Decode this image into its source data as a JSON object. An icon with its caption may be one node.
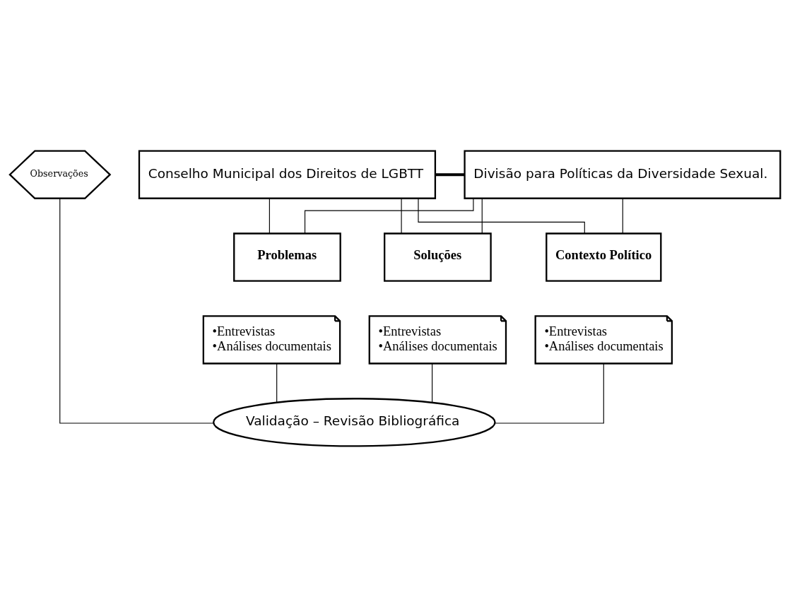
{
  "diagram": {
    "nodes": [
      {
        "text": [
          "Divisão para Políticas da Diversidade Sexual."
        ]
      },
      {
        "text": [
          "Conselho Municipal dos Direitos de LGBTT"
        ]
      },
      {
        "text": [
          "Observações"
        ]
      },
      {
        "text": [
          "Problemas"
        ]
      },
      {
        "text": [
          "Soluções"
        ]
      },
      {
        "text": [
          "Contexto Político"
        ]
      },
      {
        "text": [
          "•Entrevistas",
          "•Análises documentais"
        ]
      },
      {
        "text": [
          "•Entrevistas",
          "•Análises documentais"
        ]
      },
      {
        "text": [
          "•Entrevistas",
          "•Análises documentais"
        ]
      },
      {
        "text": [
          "Validação – Revisão Bibliográfica"
        ]
      }
    ],
    "edges": [
      {
        "from": 0,
        "to": 1,
        "arrow": "none",
        "style": "thick"
      },
      {
        "from": 0,
        "to": 3,
        "arrow": "none"
      },
      {
        "from": 0,
        "to": 4,
        "arrow": "none"
      },
      {
        "from": 0,
        "to": 5,
        "arrow": "none"
      },
      {
        "from": 1,
        "to": 3,
        "arrow": "none"
      },
      {
        "from": 1,
        "to": 4,
        "arrow": "none"
      },
      {
        "from": 1,
        "to": 5,
        "arrow": "none"
      },
      {
        "from": 6,
        "to": 9,
        "arrow": "none"
      },
      {
        "from": 7,
        "to": 9,
        "arrow": "none"
      },
      {
        "from": 8,
        "to": 9,
        "arrow": "none"
      },
      {
        "from": 2,
        "to": 9,
        "arrow": "none"
      }
    ]
  }
}
